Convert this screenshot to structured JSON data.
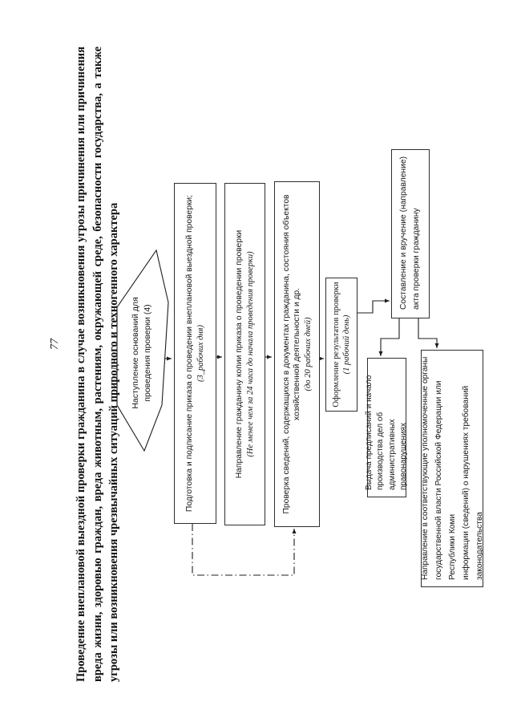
{
  "page": {
    "number": "77"
  },
  "title": {
    "text": "Проведение внеплановой выездной проверки гражданина в случае возникновения угрозы причинения или причинения вреда жизни, здоровью граждан, вреда животным, растениям, окружающей среде, безопасности государства, а также угрозы или возникновения чрезвычайных ситуаций природного и техногенного характера"
  },
  "flowchart": {
    "start": {
      "label": "Наступление оснований для\nпроведения  проверки (4)"
    },
    "steps": {
      "step1": {
        "text": "Подготовка и подписание приказа о проведении внеплановой выездной проверки;",
        "note": "(3_рабочих дня)"
      },
      "step2": {
        "text": "Направление гражданину копии приказа о проведении проверки",
        "note": "(Не менее чем за 24 часа до начала проведения проверки)"
      },
      "step3": {
        "text": "Проверка сведений, содержащихся в документах гражданина, состояния объектов\nхозяйственной деятельности и др.",
        "note": "(до 20 рабочих дней)"
      },
      "step4": {
        "text": "Оформление результатов проверки",
        "note": "(1 рабочий день)"
      },
      "step5": {
        "text": "Составление и вручение (направление)\nакта проверки гражданину"
      },
      "step6": {
        "text": "Выдача предписаний и начало\nпроизводства дел об\nадминистративных правонарушениях"
      },
      "step7": {
        "text": "Направление в соответствующие уполномоченные органы\nгосударственной власти Российской Федерации или Республики Коми\nинформации (сведений) о нарушениях требований законодательства"
      }
    },
    "line_color": "#1d1d1d"
  }
}
